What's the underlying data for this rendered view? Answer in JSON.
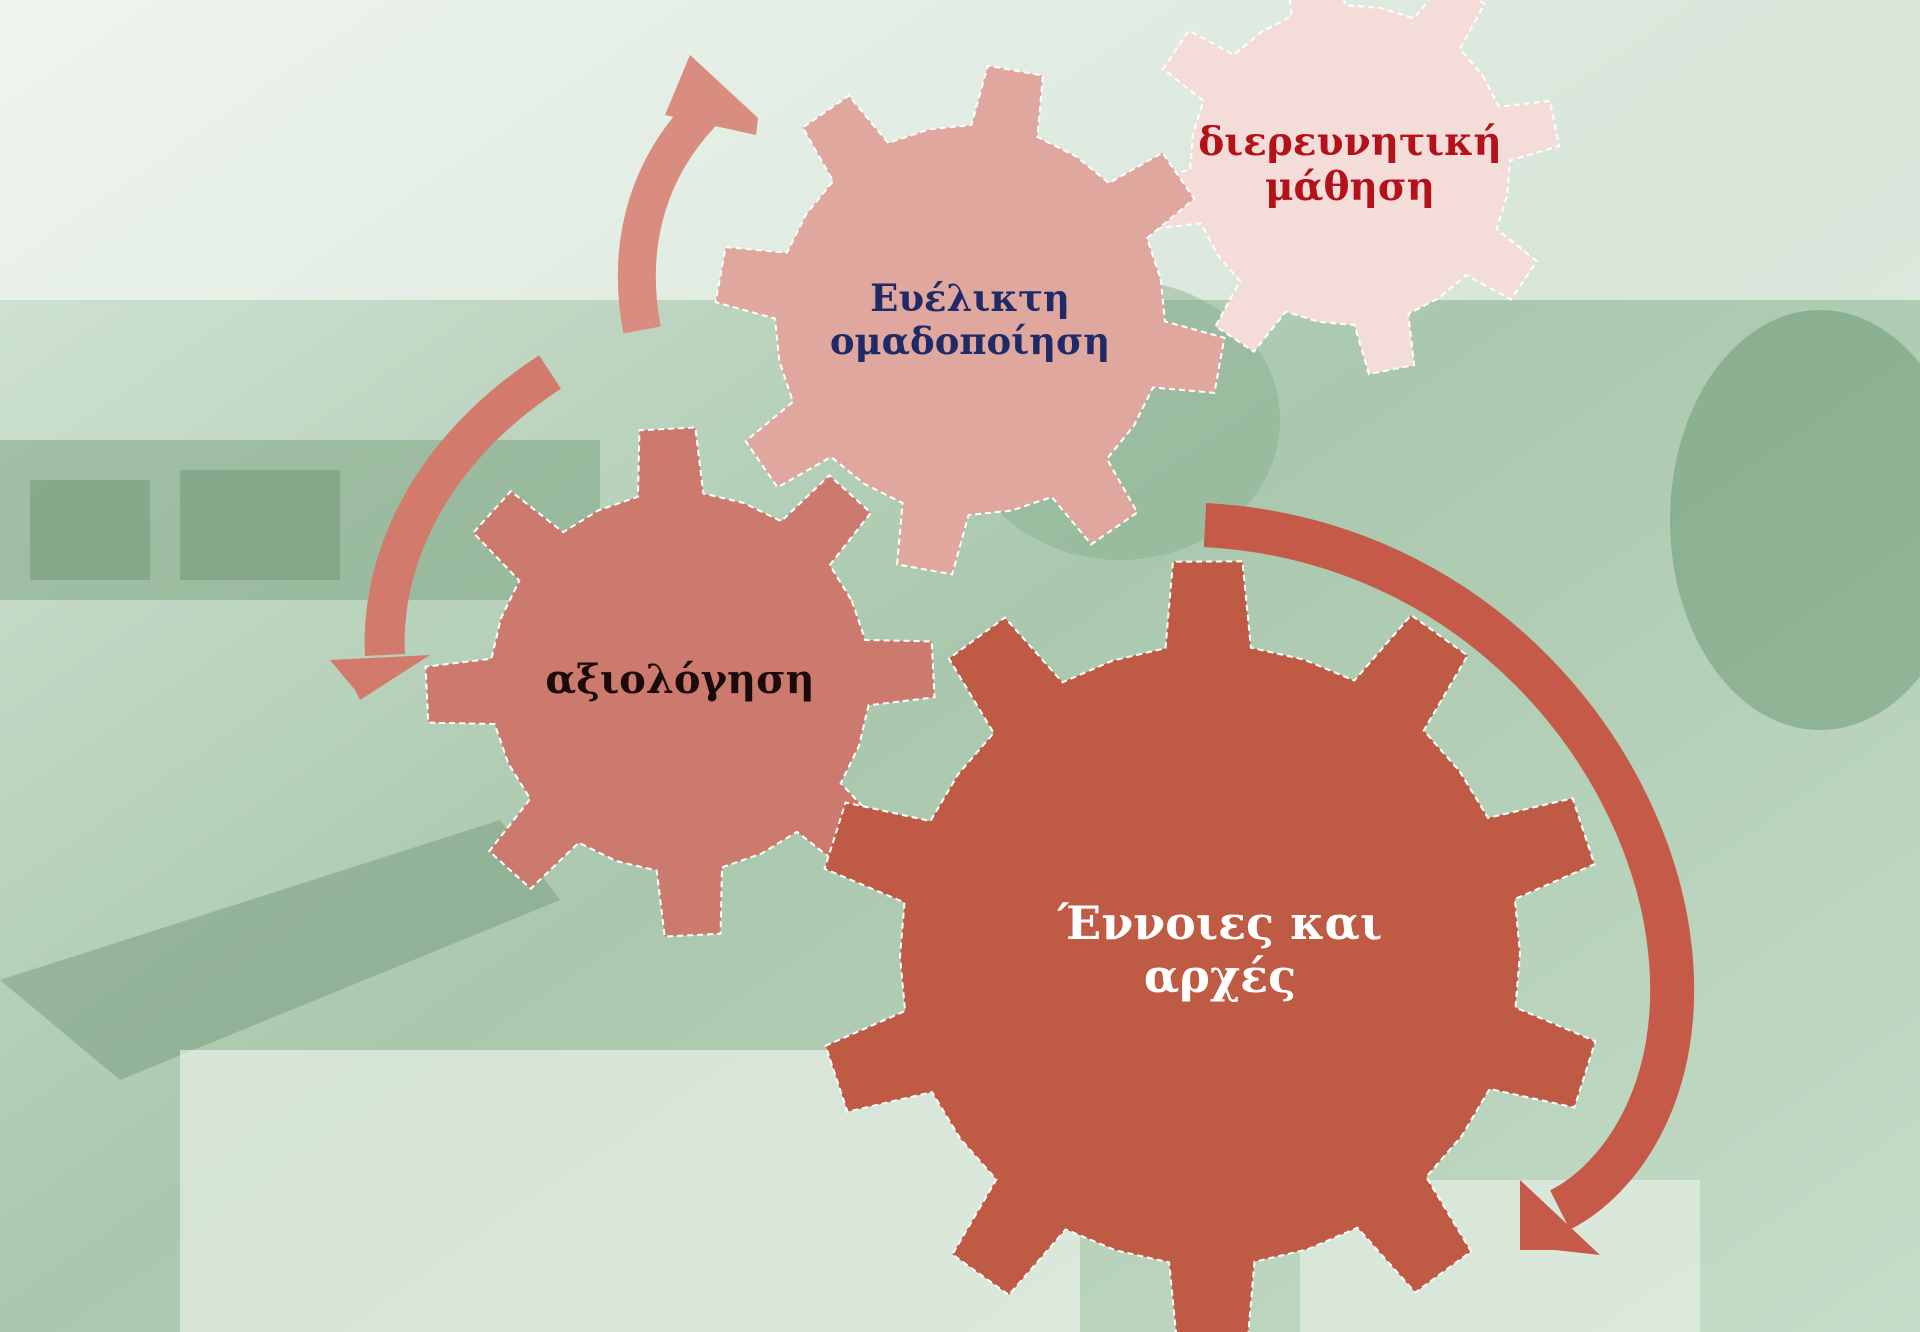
{
  "diagram": {
    "colors": {
      "background_photo_tint": "#b9d2bc",
      "gear_evaluation": "#cc7a6e",
      "gear_grouping": "#e0a79f",
      "gear_inquiry": "#f4ddd8",
      "gear_concepts": "#bf5a44",
      "arrow_light": "#d98c80",
      "arrow_mid": "#d27a6c",
      "arrow_dark": "#c65a48",
      "text_evaluation": "#1a0a0a",
      "text_grouping": "#1f2a66",
      "text_inquiry": "#b3121b",
      "text_concepts": "#ffffff"
    },
    "gears": {
      "evaluation": {
        "label": "αξιολόγηση"
      },
      "grouping": {
        "label_line1": "Ευέλικτη",
        "label_line2": "ομαδοποίηση"
      },
      "inquiry": {
        "label_line1": "διερευνητική",
        "label_line2": "μάθηση"
      },
      "concepts": {
        "label_line1": "Έννοιες και",
        "label_line2": "αρχές"
      }
    },
    "arrows": [
      {
        "name": "arrow-up-to-grouping"
      },
      {
        "name": "arrow-down-to-evaluation"
      },
      {
        "name": "arrow-down-right-concepts"
      }
    ]
  }
}
